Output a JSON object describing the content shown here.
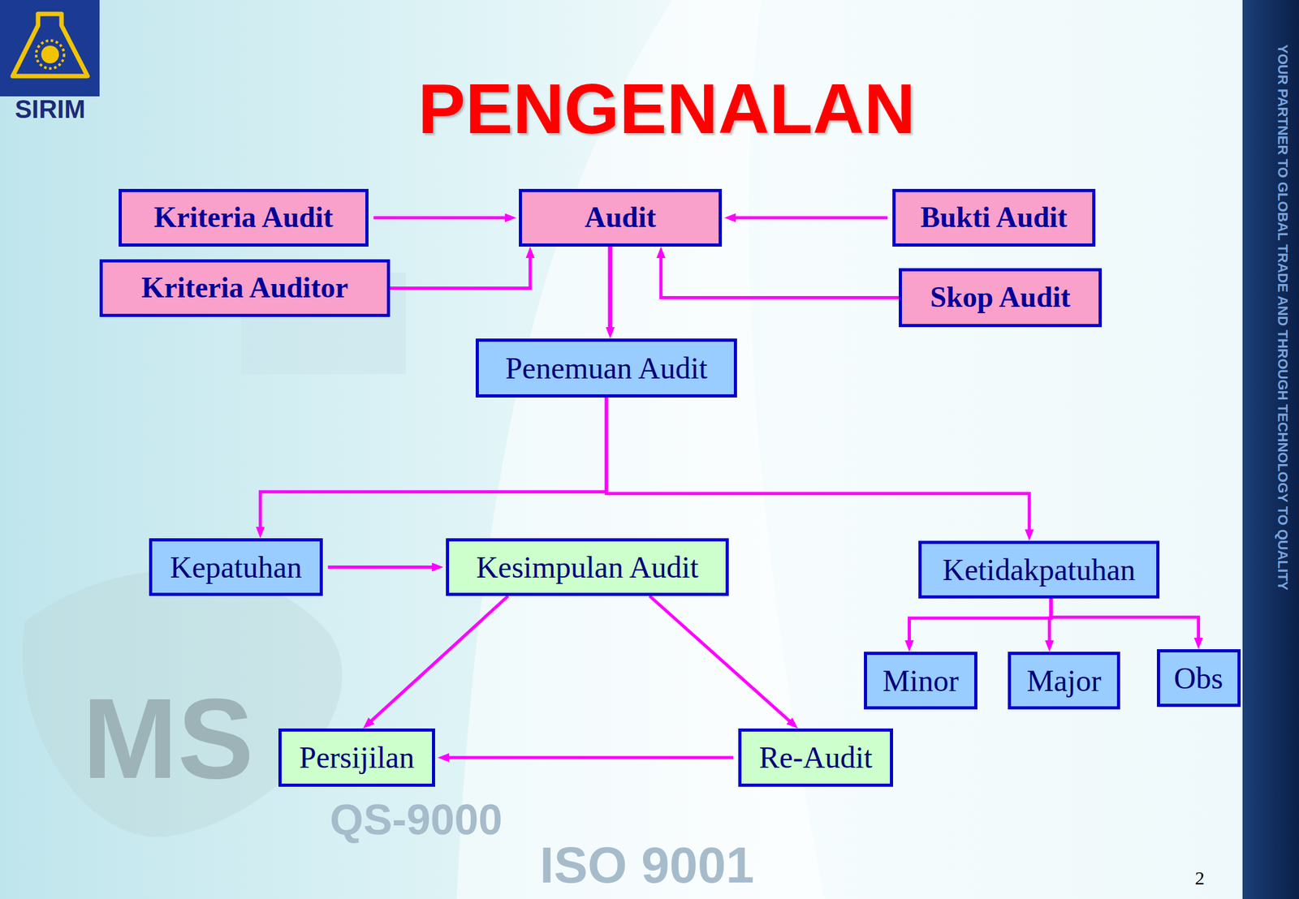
{
  "diagram": {
    "title": "PENGENALAN",
    "nodes": [
      {
        "text": [
          "Kriteria Audit"
        ]
      },
      {
        "text": [
          "Audit"
        ]
      },
      {
        "text": [
          "Bukti Audit"
        ]
      },
      {
        "text": [
          "Kriteria Auditor"
        ]
      },
      {
        "text": [
          "Skop Audit"
        ]
      },
      {
        "text": [
          "Penemuan Audit"
        ]
      },
      {
        "text": [
          "Kepatuhan"
        ]
      },
      {
        "text": [
          "Kesimpulan Audit"
        ]
      },
      {
        "text": [
          "Ketidakpatuhan"
        ]
      },
      {
        "text": [
          "Minor"
        ]
      },
      {
        "text": [
          "Major"
        ]
      },
      {
        "text": [
          "Obs"
        ]
      },
      {
        "text": [
          "Persijilan"
        ]
      },
      {
        "text": [
          "Re-Audit"
        ]
      }
    ],
    "edges": [
      {
        "from": 0,
        "to": 1,
        "arrow": "to"
      },
      {
        "from": 3,
        "to": 1,
        "arrow": "to"
      },
      {
        "from": 2,
        "to": 1,
        "arrow": "to"
      },
      {
        "from": 4,
        "to": 1,
        "arrow": "to"
      },
      {
        "from": 1,
        "to": 5,
        "arrow": "to"
      },
      {
        "from": 5,
        "to": 6,
        "arrow": "to"
      },
      {
        "from": 5,
        "to": 8,
        "arrow": "to"
      },
      {
        "from": 6,
        "to": 7,
        "arrow": "to"
      },
      {
        "from": 8,
        "to": 9,
        "arrow": "to"
      },
      {
        "from": 8,
        "to": 10,
        "arrow": "to"
      },
      {
        "from": 8,
        "to": 11,
        "arrow": "to"
      },
      {
        "from": 7,
        "to": 12,
        "arrow": "to"
      },
      {
        "from": 7,
        "to": 13,
        "arrow": "to"
      },
      {
        "from": 13,
        "to": 12,
        "arrow": "to"
      }
    ],
    "labels": [
      "SIRIM",
      "YOUR PARTNER TO GLOBAL TRADE AND THROUGH TECHNOLOGY TO QUALITY",
      "MS",
      "QS-9000",
      "ISO 9001",
      "2"
    ]
  }
}
